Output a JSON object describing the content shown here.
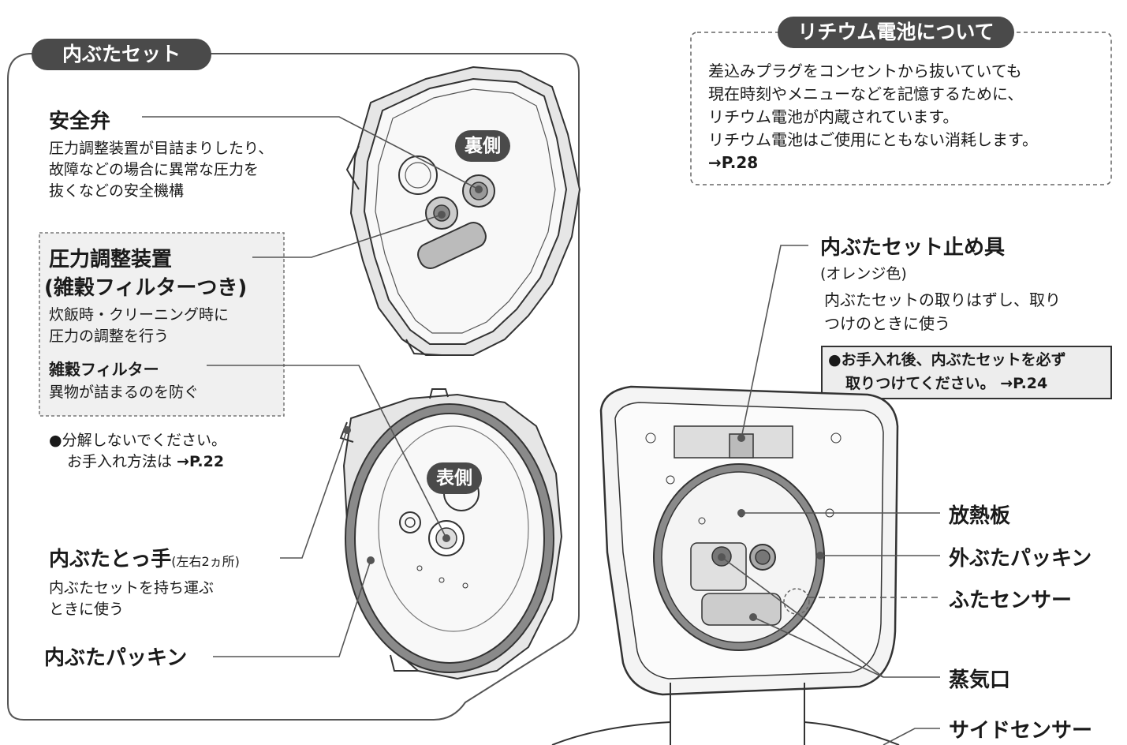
{
  "left_panel": {
    "title": "内ぶたセット",
    "safety_valve": {
      "label": "安全弁",
      "description": [
        "圧力調整装置が目詰まりしたり、",
        "故障などの場合に異常な圧力を",
        "抜くなどの安全機構"
      ]
    },
    "pressure_regulator": {
      "label_line1": "圧力調整装置",
      "label_line2": "(雑穀フィルターつき)",
      "description": [
        "炊飯時・クリーニング時に",
        "圧力の調整を行う"
      ]
    },
    "grain_filter": {
      "label": "雑穀フィルター",
      "description": "異物が詰まるのを防ぐ"
    },
    "caution": {
      "line1": "●分解しないでください。",
      "line2_text": "お手入れ方法は ",
      "line2_ref": "→P.22"
    },
    "handle": {
      "label": "内ぶたとっ手",
      "label_sub": "(左右2ヵ所)",
      "description": [
        "内ぶたセットを持ち運ぶ",
        "ときに使う"
      ]
    },
    "packing": {
      "label": "内ぶたパッキン"
    },
    "back_badge": "裏側",
    "front_badge": "表側"
  },
  "battery_box": {
    "title": "リチウム電池について",
    "lines": [
      "差込みプラグをコンセントから抜いていても",
      "現在時刻やメニューなどを記憶するために、",
      "リチウム電池が内蔵されています。",
      "リチウム電池はご使用にともない消耗します。"
    ],
    "ref": "→P.28"
  },
  "stopper": {
    "label": "内ぶたセット止め具",
    "sub": "(オレンジ色)",
    "description": [
      "内ぶたセットの取りはずし、取り",
      "つけのときに使う"
    ],
    "warning_line1": "●お手入れ後、内ぶたセットを必ず",
    "warning_line2": "取りつけてください。 →P.24"
  },
  "right_labels": {
    "heat_plate": "放熱板",
    "outer_packing": "外ぶたパッキン",
    "lid_sensor": "ふたセンサー",
    "steam_port": "蒸気口",
    "side_sensor": "サイドセンサー"
  },
  "colors": {
    "pill": "#4a4a4a",
    "box_fill": "#f0f0f0",
    "line": "#555555"
  }
}
